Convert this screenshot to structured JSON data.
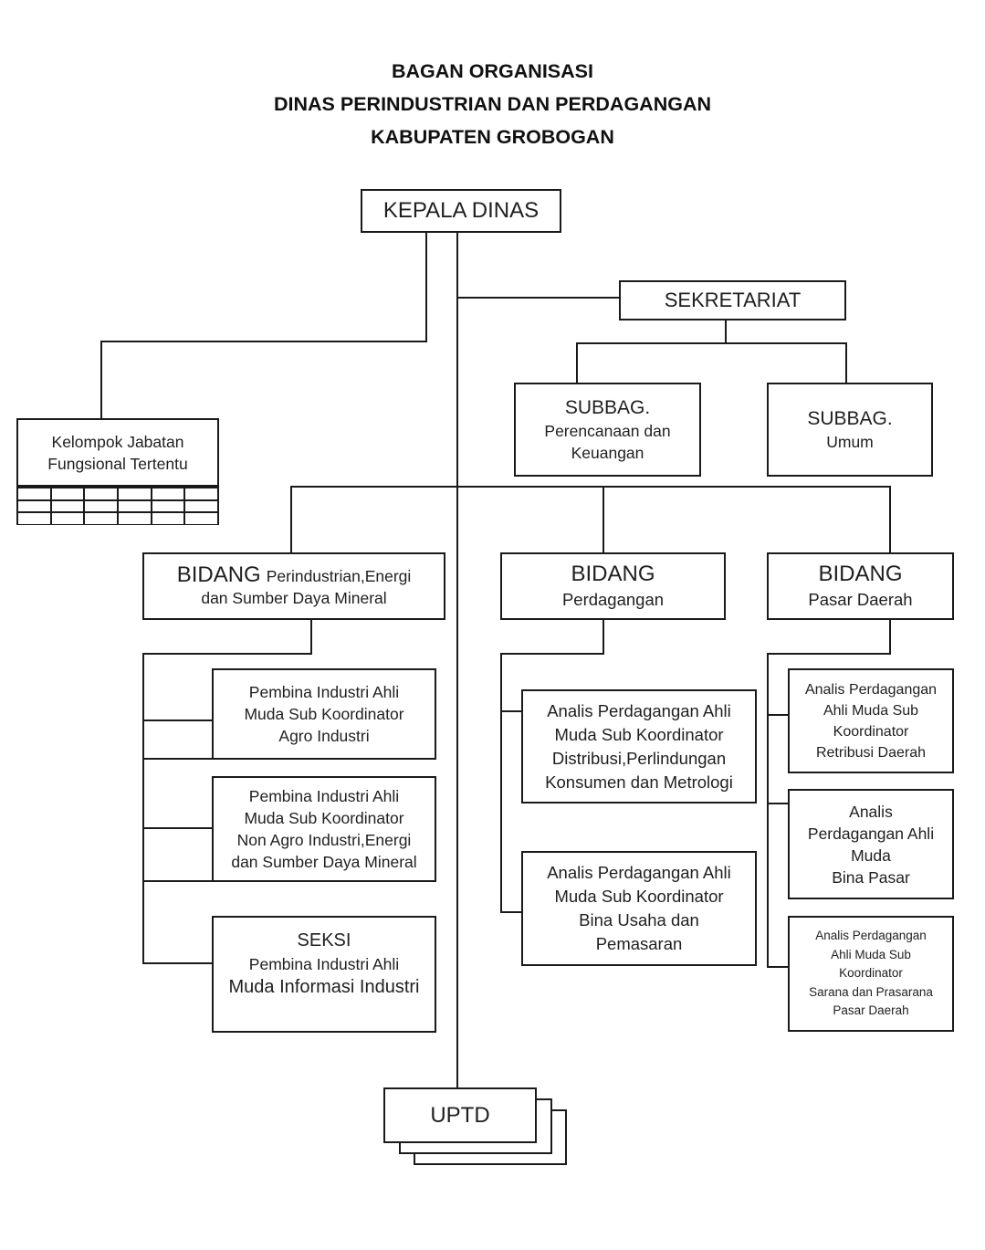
{
  "title": {
    "line1": "BAGAN ORGANISASI",
    "line2": "DINAS PERINDUSTRIAN DAN PERDAGANGAN",
    "line3": "KABUPATEN GROBOGAN"
  },
  "nodes": {
    "kepala_dinas": {
      "label": "KEPALA DINAS"
    },
    "sekretariat": {
      "label": "SEKRETARIAT"
    },
    "subbag_perencanaan": {
      "title": "SUBBAG.",
      "lines": [
        "Perencanaan dan",
        "Keuangan"
      ]
    },
    "subbag_umum": {
      "title": "SUBBAG.",
      "lines": [
        "Umum"
      ]
    },
    "kelompok_fungsional": {
      "lines": [
        "Kelompok Jabatan",
        "Fungsional Tertentu"
      ]
    },
    "bidang_industri": {
      "title": "BIDANG",
      "title_suffix": "Perindustrian,Energi",
      "lines": [
        "dan Sumber Daya Mineral"
      ]
    },
    "bidang_perdagangan": {
      "title": "BIDANG",
      "lines": [
        "Perdagangan"
      ]
    },
    "bidang_pasar": {
      "title": "BIDANG",
      "lines": [
        "Pasar Daerah"
      ]
    },
    "left_sub1": {
      "lines": [
        "Pembina Industri Ahli",
        "Muda Sub Koordinator",
        "Agro Industri"
      ]
    },
    "left_sub2": {
      "lines": [
        "Pembina Industri Ahli",
        "Muda Sub Koordinator",
        "Non Agro Industri,Energi",
        "dan Sumber Daya Mineral"
      ]
    },
    "seksi_informasi": {
      "title": "SEKSI",
      "line_small": "Pembina Industri Ahli",
      "line_large": "Muda Informasi Industri"
    },
    "mid_sub1": {
      "lines": [
        "Analis Perdagangan Ahli",
        "Muda Sub Koordinator",
        "Distribusi,Perlindungan",
        "Konsumen dan Metrologi"
      ]
    },
    "mid_sub2": {
      "lines": [
        "Analis Perdagangan Ahli",
        "Muda Sub Koordinator",
        "Bina Usaha dan",
        "Pemasaran"
      ]
    },
    "right_sub1": {
      "lines": [
        "Analis Perdagangan",
        "Ahli Muda Sub",
        "Koordinator",
        "Retribusi Daerah"
      ]
    },
    "right_sub2": {
      "lines": [
        "Analis",
        "Perdagangan Ahli",
        "Muda",
        "Bina Pasar"
      ]
    },
    "right_sub3": {
      "lines": [
        "Analis Perdagangan",
        "Ahli Muda Sub",
        "Koordinator",
        "Sarana dan Prasarana",
        "Pasar Daerah"
      ]
    },
    "uptd": {
      "label": "UPTD"
    }
  },
  "colors": {
    "line": "#1a1a1a",
    "text": "#1f1f1f",
    "background": "#ffffff"
  }
}
